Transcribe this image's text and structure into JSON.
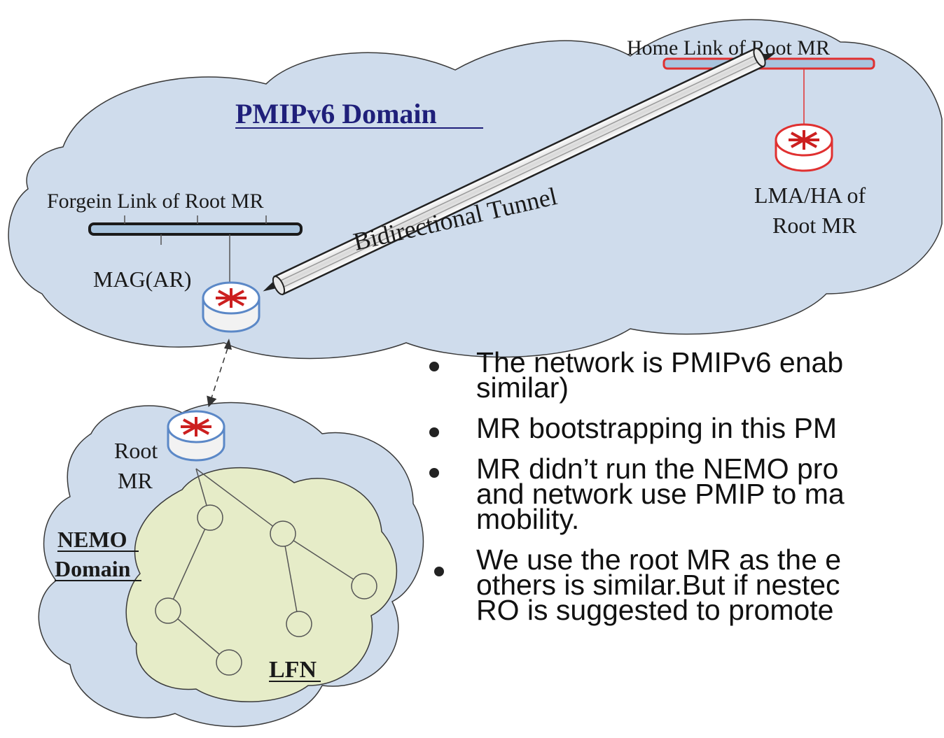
{
  "pmip_domain": {
    "title": "PMIPv6  Domain",
    "home_link_label": "Home Link of Root MR",
    "lma_label_line1": "LMA/HA of",
    "lma_label_line2": "Root MR",
    "foreign_link_label": "Forgein Link of Root MR",
    "mag_label": "MAG(AR)",
    "tunnel_label": "Bidirectional Tunnel"
  },
  "nemo_domain": {
    "root_label_line1": "Root",
    "root_label_line2": "MR",
    "title_line1": "NEMO",
    "title_line2": "Domain",
    "lfn_label": "LFN"
  },
  "bullets": [
    {
      "text": "The network is PMIPv6 enab\nsimilar)"
    },
    {
      "text": "MR bootstrapping in this PM"
    },
    {
      "text": "MR didn’t run the NEMO pro\nand network use PMIP to ma\nmobility."
    },
    {
      "text": "We use the root MR as the e\nothers is similar.But if nestec\nRO is suggested to promote"
    }
  ],
  "colors": {
    "cloud_fill": "#cfdcec",
    "cloud_stroke": "#3a3a3a",
    "lfn_fill": "#e6ecc8",
    "home_router": "#e03030",
    "router_arrows": "#cc1f1f",
    "link_bar": "#a9c4de"
  }
}
